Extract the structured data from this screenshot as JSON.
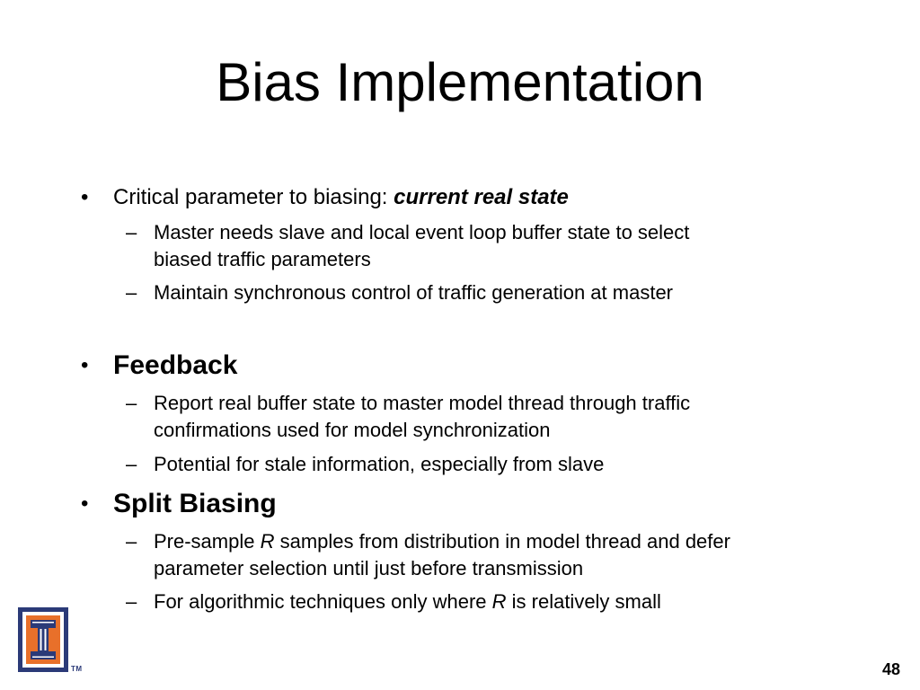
{
  "slide": {
    "title": "Bias Implementation",
    "bullets": [
      {
        "text": "Critical parameter to biasing: ",
        "emphasis": "current real state",
        "subs": [
          {
            "lines": [
              "Master needs slave and local event loop buffer state to select",
              "biased traffic parameters"
            ]
          },
          {
            "lines": [
              "Maintain synchronous control of traffic generation at master"
            ]
          }
        ]
      },
      {
        "text": "Feedback",
        "subs": [
          {
            "lines": [
              "Report real buffer state to master model thread through traffic",
              "confirmations used for model synchronization"
            ]
          },
          {
            "lines": [
              "Potential for stale information, especially from slave"
            ]
          }
        ]
      },
      {
        "text": "Split Biasing",
        "subs": [
          {
            "pre": "Pre-sample ",
            "italic": "R",
            "post": " samples from distribution in model thread and defer",
            "line2": "parameter selection until just before transmission"
          },
          {
            "pre": "For algorithmic techniques only where ",
            "italic": "R",
            "post": " is relatively small"
          }
        ]
      }
    ],
    "bullet_symbol": "•",
    "dash_symbol": "–",
    "page_number": "48",
    "logo_trademark": "TM",
    "colors": {
      "text": "#000000",
      "logo_blue": "#2b3a78",
      "logo_orange": "#e8702a"
    }
  }
}
